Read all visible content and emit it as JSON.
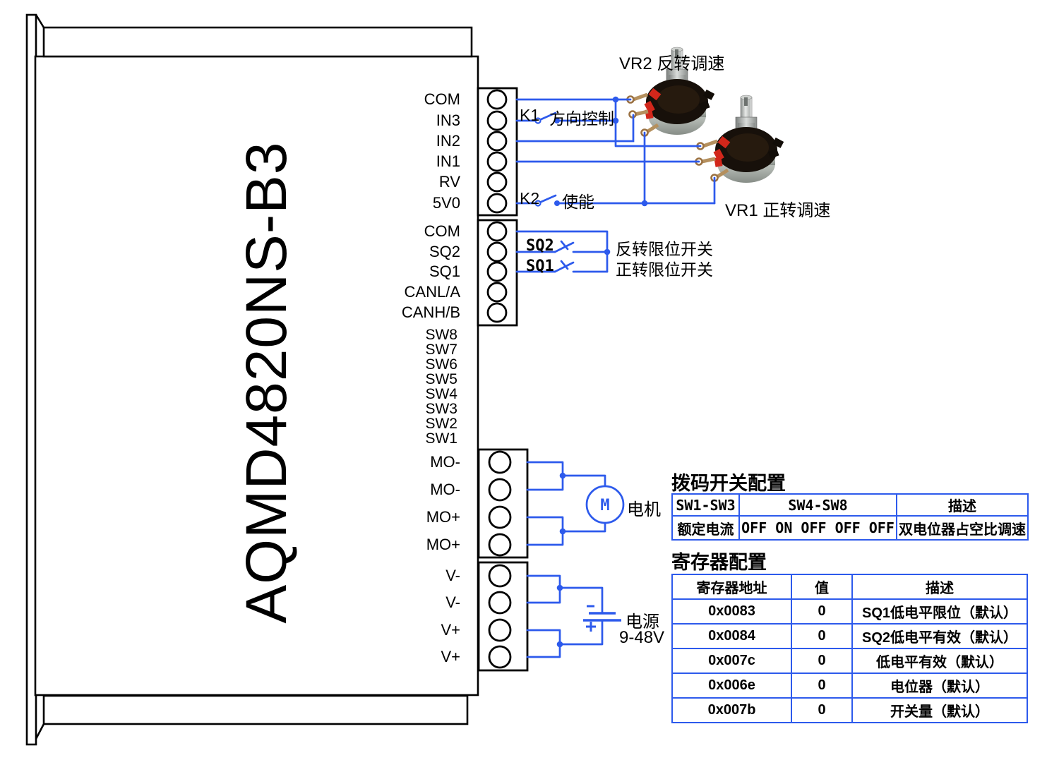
{
  "device": {
    "model": "AQMD4820NS-B3",
    "pins_block1": [
      "COM",
      "IN3",
      "IN2",
      "IN1",
      "RV",
      "5V0"
    ],
    "pins_block2": [
      "COM",
      "SQ2",
      "SQ1",
      "CANL/A",
      "CANH/B"
    ],
    "dip_pins": [
      "SW8",
      "SW7",
      "SW6",
      "SW5",
      "SW4",
      "SW3",
      "SW2",
      "SW1"
    ],
    "pins_block3": [
      "MO-",
      "MO-",
      "MO+",
      "MO+"
    ],
    "pins_block4": [
      "V-",
      "V-",
      "V+",
      "V+"
    ]
  },
  "annotations": {
    "k1": "K1",
    "k1_desc": "方向控制",
    "k2": "K2",
    "k2_desc": "使能",
    "sq2": "SQ2",
    "sq2_desc": "反转限位开关",
    "sq1": "SQ1",
    "sq1_desc": "正转限位开关",
    "vr2": "VR2 反转调速",
    "vr1": "VR1 正转调速",
    "motor_symbol": "M",
    "motor": "电机",
    "power": "电源",
    "power_range": "9-48V"
  },
  "dip_table": {
    "title": "拨码开关配置",
    "headers": [
      "SW1-SW3",
      "SW4-SW8",
      "描述"
    ],
    "rows": [
      [
        "额定电流",
        "OFF ON OFF OFF OFF",
        "双电位器占空比调速"
      ]
    ]
  },
  "register_table": {
    "title": "寄存器配置",
    "headers": [
      "寄存器地址",
      "值",
      "描述"
    ],
    "rows": [
      [
        "0x0083",
        "0",
        "SQ1低电平限位（默认）"
      ],
      [
        "0x0084",
        "0",
        "SQ2低电平有效（默认）"
      ],
      [
        "0x007c",
        "0",
        "低电平有效（默认）"
      ],
      [
        "0x006e",
        "0",
        "电位器（默认）"
      ],
      [
        "0x007b",
        "0",
        "开关量（默认）"
      ]
    ]
  },
  "colors": {
    "wire": "#2d5aec",
    "table_border": "#2d5aec",
    "outline": "#000000"
  }
}
